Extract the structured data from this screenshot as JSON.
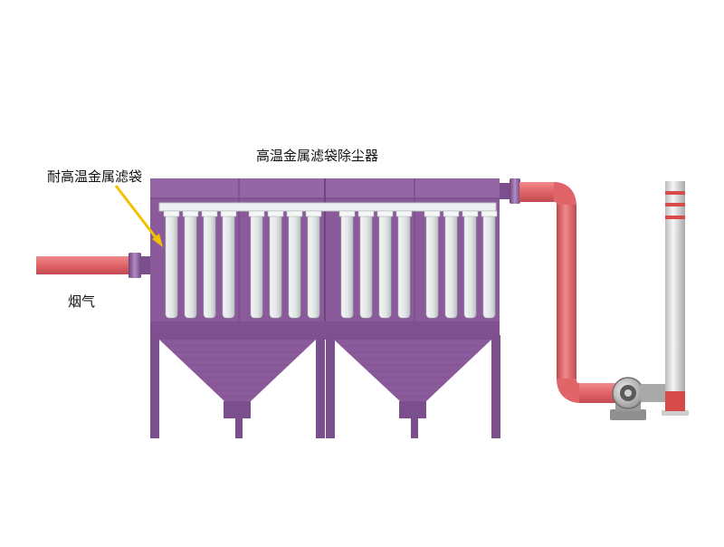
{
  "labels": {
    "title": "高温金属滤袋除尘器",
    "bag": "耐高温金属滤袋",
    "gas": "烟气"
  },
  "colors": {
    "housing": "#8a5a9a",
    "housing_dark": "#6e4480",
    "housing_light": "#a078b0",
    "pipe": "#e06468",
    "pipe_dark": "#c24a50",
    "bags": "#dfe4e4",
    "arrow": "#f2c200",
    "stack": "#dcdcdc",
    "stack_band": "#d64a4a"
  },
  "icons": [
    "flue-gas-inlet-pipe",
    "bag-filter-housing",
    "filter-bags",
    "hopper",
    "outlet-pipe",
    "fan-icon",
    "chimney-stack"
  ]
}
